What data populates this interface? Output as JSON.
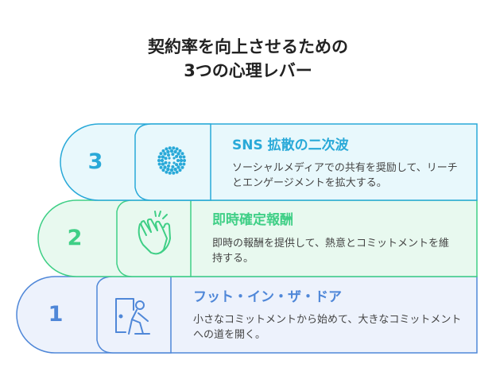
{
  "title_line1": "契約率を向上させるための",
  "title_line2": "3つの心理レバー",
  "levers": [
    {
      "number": "3",
      "heading": "SNS 拡散の二次波",
      "description": "ソーシャルメディアでの共有を奨励して、リーチとエンゲージメントを拡大する。",
      "icon": "dots-circle-icon",
      "color": "#29a9d8",
      "fill": "#e8f8fc"
    },
    {
      "number": "2",
      "heading": "即時確定報酬",
      "description": "即時の報酬を提供して、熱意とコミットメントを維持する。",
      "icon": "clapping-hands-icon",
      "color": "#3fcf86",
      "fill": "#e8f9ef"
    },
    {
      "number": "1",
      "heading": "フット・イン・ザ・ドア",
      "description": "小さなコミットメントから始めて、大きなコミットメントへの道を開く。",
      "icon": "person-door-icon",
      "color": "#4f87d8",
      "fill": "#edf2fc"
    }
  ]
}
